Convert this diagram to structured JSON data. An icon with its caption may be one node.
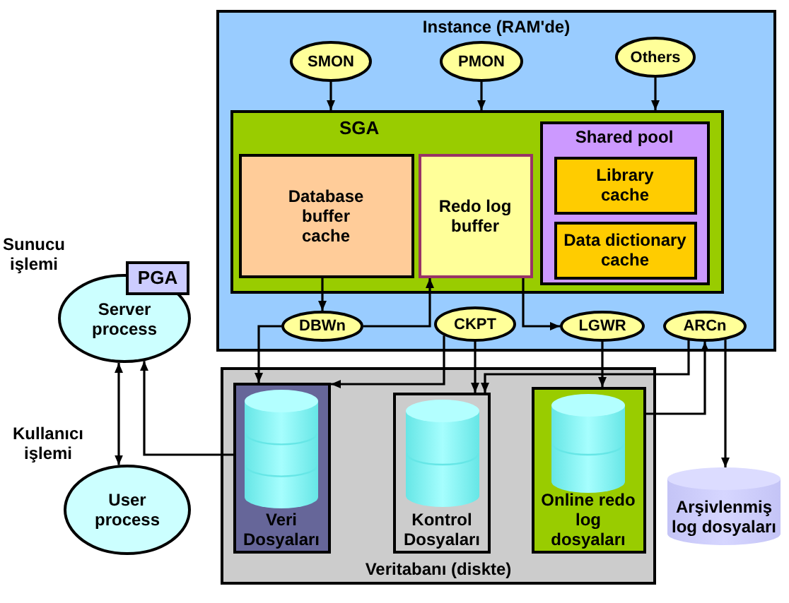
{
  "diagram": {
    "nodes": [
      {
        "text": [
          "Instance (RAM'de)"
        ]
      },
      {
        "text": [
          "SMON"
        ],
        "in": 0
      },
      {
        "text": [
          "PMON"
        ],
        "in": 0
      },
      {
        "text": [
          "Others"
        ],
        "in": 0
      },
      {
        "text": [
          "SGA"
        ],
        "in": 0
      },
      {
        "text": [
          "Database buffer cache"
        ],
        "in": 4
      },
      {
        "text": [
          "Redo log buffer"
        ],
        "in": 4
      },
      {
        "text": [
          "Shared pool"
        ],
        "in": 4
      },
      {
        "text": [
          "Library cache"
        ],
        "in": 7
      },
      {
        "text": [
          "Data dictionary cache"
        ],
        "in": 7
      },
      {
        "text": [
          "DBWn"
        ],
        "in": 0
      },
      {
        "text": [
          "CKPT"
        ],
        "in": 0
      },
      {
        "text": [
          "LGWR"
        ],
        "in": 0
      },
      {
        "text": [
          "ARCn"
        ],
        "in": 0
      },
      {
        "text": [
          "Server process"
        ],
        "beside": [
          "Sunucu işlemi"
        ]
      },
      {
        "text": [
          "PGA"
        ]
      },
      {
        "text": [
          "User process"
        ],
        "beside": [
          "Kullanıcı işlemi"
        ]
      },
      {
        "text": [
          "Veritabanı (diskte)"
        ]
      },
      {
        "text": [
          "Veri Dosyaları"
        ],
        "in": 17
      },
      {
        "text": [
          "Kontrol Dosyaları"
        ],
        "in": 17
      },
      {
        "text": [
          "Online redo log dosyaları"
        ],
        "in": 17
      },
      {
        "text": [
          "Arşivlenmiş log dosyaları"
        ]
      }
    ],
    "edges": [
      {
        "from": 1,
        "to": 4,
        "arrow": "to"
      },
      {
        "from": 2,
        "to": 4,
        "arrow": "to"
      },
      {
        "from": 3,
        "to": 4,
        "arrow": "to"
      },
      {
        "from": 5,
        "to": 10,
        "arrow": "to"
      },
      {
        "from": 10,
        "to": 6,
        "arrow": "to"
      },
      {
        "from": 6,
        "to": 12,
        "arrow": "to"
      },
      {
        "from": 10,
        "to": 18,
        "arrow": "to"
      },
      {
        "from": 11,
        "to": 18,
        "arrow": "to"
      },
      {
        "from": 11,
        "to": 19,
        "arrow": "to"
      },
      {
        "from": 12,
        "to": 20,
        "arrow": "to"
      },
      {
        "from": 13,
        "to": 19,
        "arrow": "to"
      },
      {
        "from": 20,
        "to": 13,
        "arrow": "to"
      },
      {
        "from": 13,
        "to": 21,
        "arrow": "to"
      },
      {
        "from": 18,
        "to": 14,
        "arrow": "to"
      },
      {
        "from": 14,
        "to": 16,
        "arrow": "both"
      }
    ]
  }
}
